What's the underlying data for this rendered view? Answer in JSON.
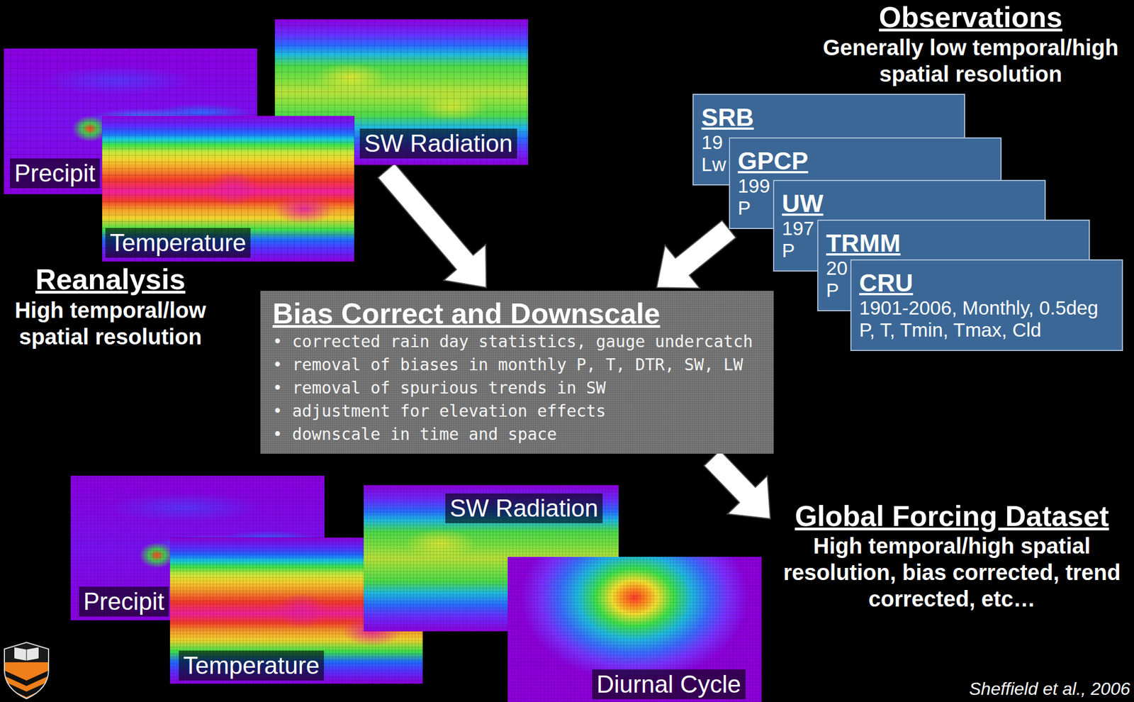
{
  "diagram": {
    "nodes": [
      {
        "text": [
          "Precipit"
        ]
      },
      {
        "text": [
          "SW Radiation"
        ]
      },
      {
        "text": [
          "Temperature"
        ]
      },
      {
        "text": [
          "SRB",
          "19",
          "Lw"
        ]
      },
      {
        "text": [
          "GPCP",
          "199",
          "P"
        ]
      },
      {
        "text": [
          "UW",
          "197",
          "P"
        ]
      },
      {
        "text": [
          "TRMM",
          "20",
          "P"
        ]
      },
      {
        "text": [
          "CRU",
          "1901-2006, Monthly, 0.5deg",
          "P, T, Tmin, Tmax, Cld"
        ]
      },
      {
        "text": [
          "Bias Correct and Downscale",
          "• corrected rain day statistics, gauge undercatch",
          "• removal of biases in monthly P, T, DTR, SW, LW",
          "• removal of spurious trends in SW",
          "• adjustment for elevation effects",
          "• downscale in time and space"
        ]
      },
      {
        "text": [
          "Precipit"
        ]
      },
      {
        "text": [
          "Temperature"
        ]
      },
      {
        "text": [
          "SW Radiation"
        ]
      },
      {
        "text": [
          "Diurnal Cycle"
        ]
      },
      {
        "text": [
          "Global Forcing Dataset",
          "High temporal/high spatial resolution, bias corrected, trend corrected, etc…"
        ]
      }
    ],
    "edges": [
      {
        "from": 1,
        "to": 8,
        "arrow": "to"
      },
      {
        "from": 4,
        "to": 8,
        "arrow": "to"
      },
      {
        "from": 8,
        "to": 13,
        "arrow": "to"
      }
    ],
    "labels": [
      "Reanalysis",
      "High temporal/low spatial resolution",
      "Observations",
      "Generally low temporal/high spatial resolution",
      "Sheffield et al., 2006"
    ]
  }
}
